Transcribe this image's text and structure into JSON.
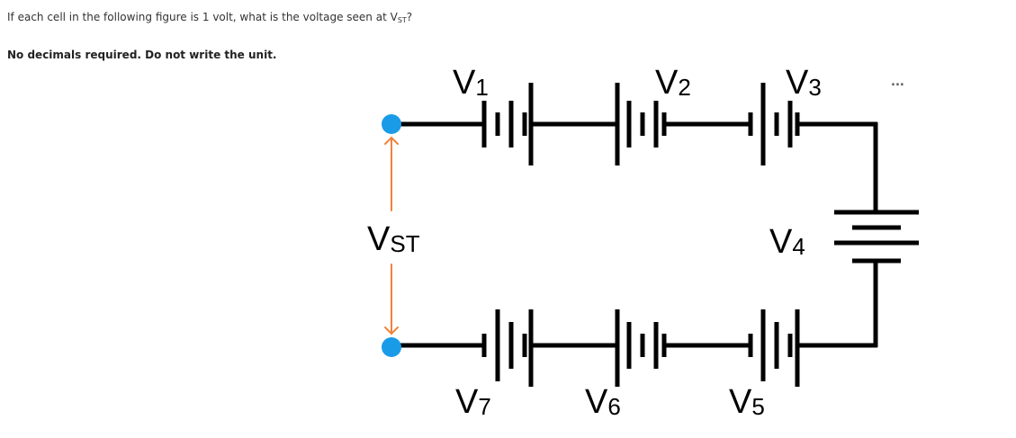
{
  "question": {
    "prefix": "If each cell in the following figure is 1 volt, what is the voltage seen at V",
    "subscript": "ST",
    "suffix": "?"
  },
  "instruction": "No decimals required. Do not write the unit.",
  "more_indicator": "...",
  "diagram": {
    "cell_labels": [
      {
        "main": "V",
        "sub": "1"
      },
      {
        "main": "V",
        "sub": "2"
      },
      {
        "main": "V",
        "sub": "3"
      },
      {
        "main": "V",
        "sub": "4"
      },
      {
        "main": "V",
        "sub": "5"
      },
      {
        "main": "V",
        "sub": "6"
      },
      {
        "main": "V",
        "sub": "7"
      }
    ],
    "terminal_label": {
      "main": "V",
      "sub": "ST"
    },
    "colors": {
      "wire": "#000000",
      "terminal": "#1a9be8",
      "arrow": "#f0823c"
    }
  }
}
